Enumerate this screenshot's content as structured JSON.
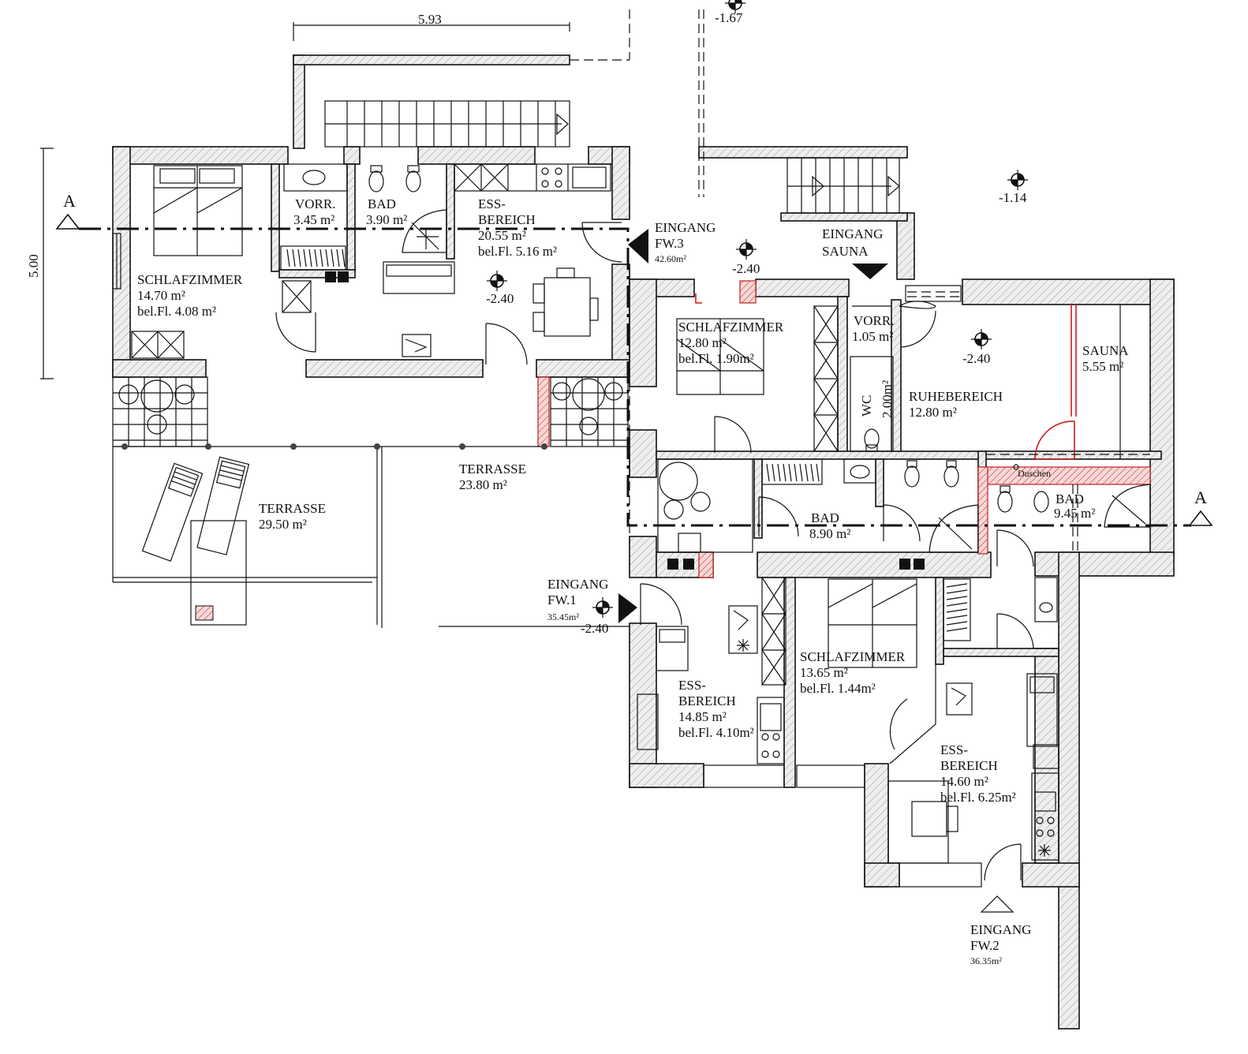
{
  "dimensions": {
    "width": "5.93",
    "height": "5.00"
  },
  "section": {
    "left": "A",
    "right": "A"
  },
  "levels": {
    "top": "-1.67",
    "right_top": "-1.14",
    "entrance_fw3": "-2.40",
    "ess_fw3": "-2.40",
    "ruhe": "-2.40",
    "entrance_fw1": "-2.40"
  },
  "rooms": {
    "schlaf1": {
      "name": "SCHLAFZIMMER",
      "area": "14.70 m²",
      "bel": "bel.Fl. 4.08 m²"
    },
    "vorr1": {
      "name": "VORR.",
      "area": "3.45 m²"
    },
    "bad1": {
      "name": "BAD",
      "area": "3.90 m²"
    },
    "ess1": {
      "name1": "ESS-",
      "name2": "BEREICH",
      "area": "20.55 m²",
      "bel": "bel.Fl. 5.16 m²"
    },
    "terr1": {
      "name": "TERRASSE",
      "area": "29.50 m²"
    },
    "terr2": {
      "name": "TERRASSE",
      "area": "23.80 m²"
    },
    "schlaf2": {
      "name": "SCHLAFZIMMER",
      "area": "12.80 m²",
      "bel": "bel.Fl. 1.90m²"
    },
    "vorr2": {
      "name": "VORR.",
      "area": "1.05 m²"
    },
    "wc": {
      "name": "WC",
      "area": "2.00m²"
    },
    "ruhe": {
      "name": "RUHEBEREICH",
      "area": "12.80 m²"
    },
    "sauna": {
      "name": "SAUNA",
      "area": "5.55 m²"
    },
    "duschen": {
      "name": "Duschen"
    },
    "bad2": {
      "name": "BAD",
      "area": "8.90 m²"
    },
    "bad3": {
      "name": "BAD",
      "area": "9.45 m²"
    },
    "schlaf3": {
      "name": "SCHLAFZIMMER",
      "area": "13.65 m²",
      "bel": "bel.Fl. 1.44m²"
    },
    "ess2": {
      "name1": "ESS-",
      "name2": "BEREICH",
      "area": "14.85 m²",
      "bel": "bel.Fl. 4.10m²"
    },
    "ess3": {
      "name1": "ESS-",
      "name2": "BEREICH",
      "area": "14.60 m²",
      "bel": "bel.Fl. 6.25m²"
    }
  },
  "entrances": {
    "fw3": {
      "l1": "EINGANG",
      "l2": "FW.3",
      "area": "42.60m²"
    },
    "sauna": {
      "l1": "EINGANG",
      "l2": "SAUNA"
    },
    "fw1": {
      "l1": "EINGANG",
      "l2": "FW.1",
      "area": "35.45m²"
    },
    "fw2": {
      "l1": "EINGANG",
      "l2": "FW.2",
      "area": "36.35m²"
    }
  }
}
